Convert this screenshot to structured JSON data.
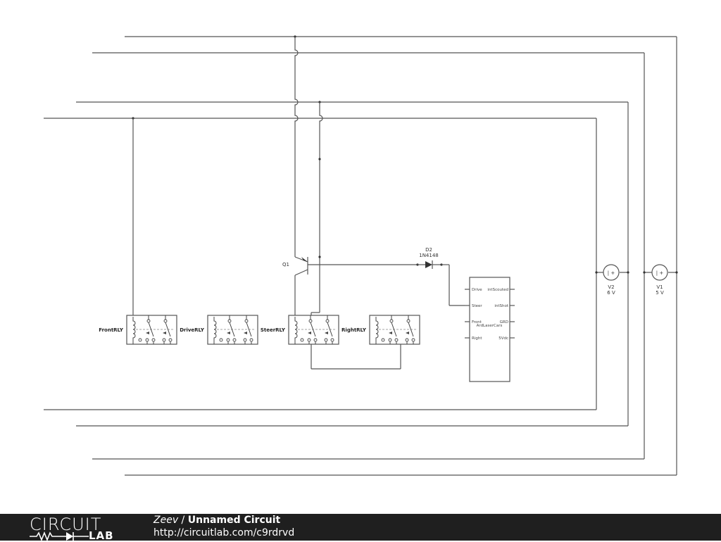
{
  "circuit": {
    "components": {
      "relays": [
        {
          "id": "front",
          "label": "FrontRLY"
        },
        {
          "id": "drive",
          "label": "DriveRLY"
        },
        {
          "id": "steer",
          "label": "SteerRLY"
        },
        {
          "id": "right",
          "label": "RightRLY"
        }
      ],
      "transistor": {
        "label": "Q1"
      },
      "diode": {
        "ref": "D2",
        "part": "1N4148"
      },
      "ic": {
        "label": "ArdLaserCars",
        "left_pins": [
          "Drive",
          "Steer",
          "Front",
          "Right"
        ],
        "right_pins": [
          "intScouted",
          "intShot",
          "GRD",
          "5Vdc"
        ]
      },
      "sources": [
        {
          "id": "v2",
          "ref": "V2",
          "value": "6 V",
          "symbol": "| +"
        },
        {
          "id": "v1",
          "ref": "V1",
          "value": "5 V",
          "symbol": "| +"
        }
      ]
    }
  },
  "footer": {
    "logo_top": "CIRCUIT",
    "logo_bottom": "LAB",
    "author": "Zeev",
    "separator": " / ",
    "circuit_name": "Unnamed Circuit",
    "url": "http://circuitlab.com/c9rdrvd"
  }
}
